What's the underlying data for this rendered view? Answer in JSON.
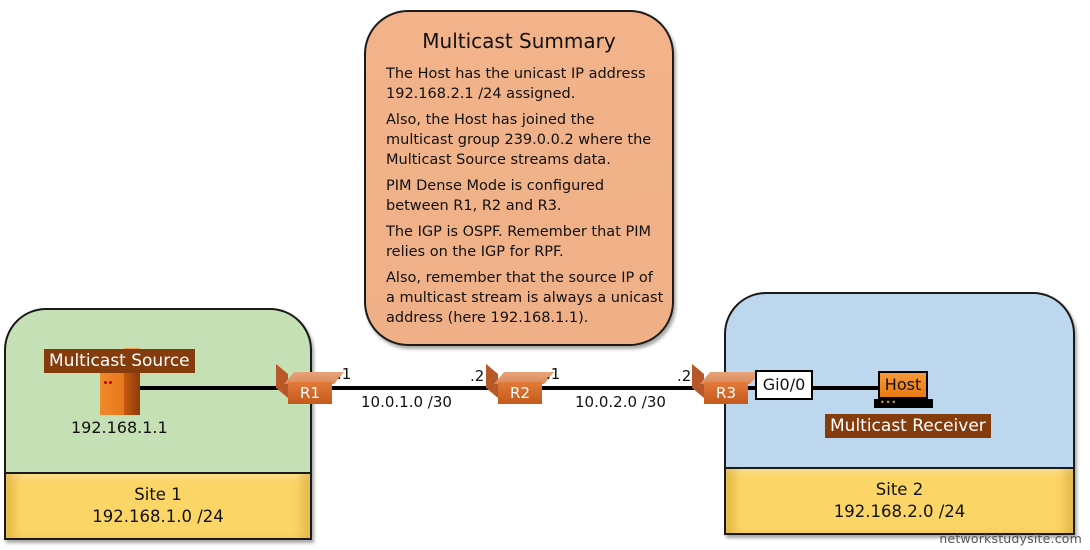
{
  "summary": {
    "title": "Multicast Summary",
    "paragraphs": [
      "The Host has the unicast IP address 192.168.2.1 /24 assigned.",
      "Also, the Host has joined the multicast group 239.0.0.2 where the Multicast Source streams data.",
      "PIM Dense Mode is configured between R1, R2 and R3.",
      "The IGP is OSPF. Remember that PIM relies on the IGP for RPF.",
      "Also, remember that the source IP of a multicast stream is always a unicast address (here 192.168.1.1)."
    ]
  },
  "site1": {
    "name": "Site 1",
    "subnet": "192.168.1.0 /24",
    "source_label": "Multicast Source",
    "source_ip": "192.168.1.1"
  },
  "site2": {
    "name": "Site 2",
    "subnet": "192.168.2.0 /24",
    "interface": "Gi0/0",
    "host_label": "Host",
    "receiver_label": "Multicast Receiver"
  },
  "routers": [
    {
      "name": "R1"
    },
    {
      "name": "R2"
    },
    {
      "name": "R3"
    }
  ],
  "links": [
    {
      "subnet": "10.0.1.0 /30",
      "left_octet": ".1",
      "right_octet": ".2"
    },
    {
      "subnet": "10.0.2.0 /30",
      "left_octet": ".1",
      "right_octet": ".2"
    }
  ],
  "colors": {
    "summary_fill": "#f2b38a",
    "site1_fill": "#c5e0b4",
    "site2_fill": "#bdd7ee",
    "footer_fill": "#fbd566",
    "label_fill": "#843c0c",
    "router_fill": "#d9692a"
  },
  "watermark": "networkstudysite.com"
}
